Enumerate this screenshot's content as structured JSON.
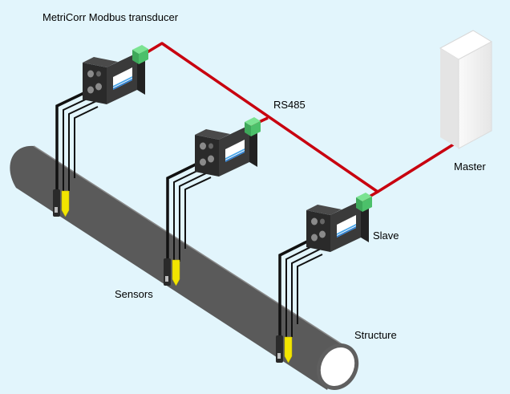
{
  "labels": {
    "transducer": "MetriCorr Modbus transducer",
    "bus": "RS485",
    "master": "Master",
    "slave": "Slave",
    "sensors": "Sensors",
    "structure": "Structure"
  },
  "colors": {
    "background": "#e2f5fc",
    "bus_line": "#c8000f",
    "pipe": "#696969",
    "sensor": "#f2e500",
    "transducer_body": "#3a3a3a",
    "terminal": "#5ecf7a",
    "master": "#f0f0f0"
  },
  "icons": [
    "transducer-box-icon",
    "sensor-probe-icon",
    "master-server-icon",
    "pipe-structure-icon"
  ]
}
